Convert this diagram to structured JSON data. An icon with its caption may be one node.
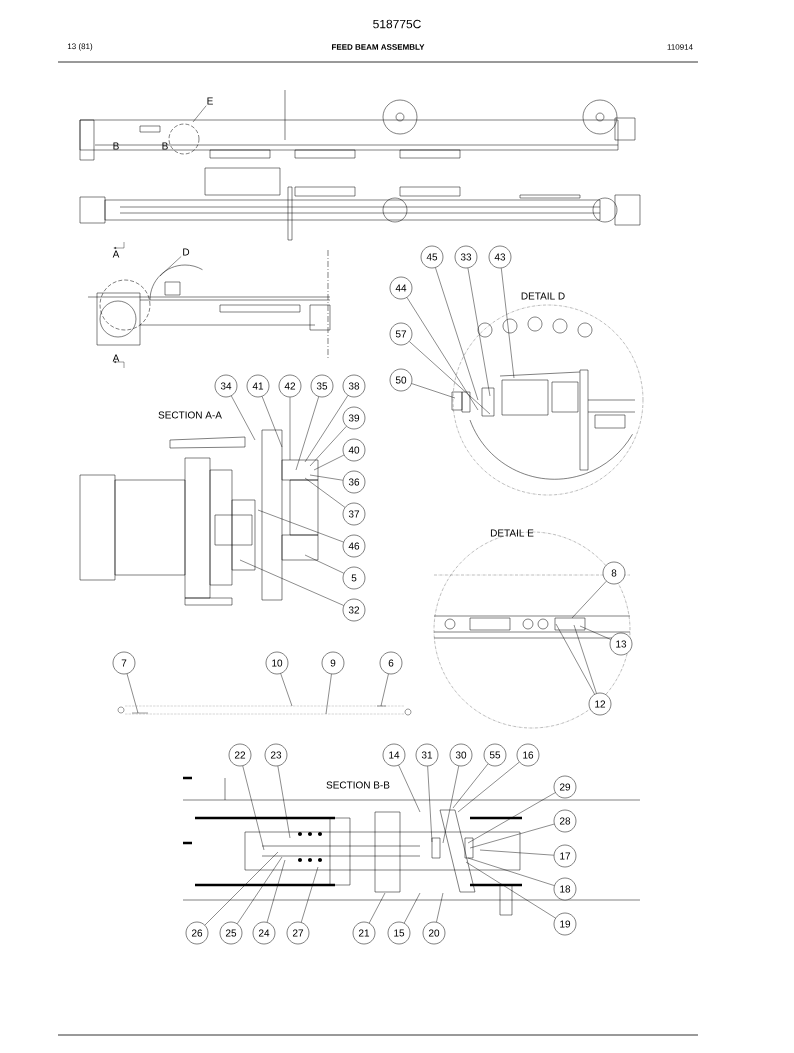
{
  "diagram": {
    "title": "FEED BEAM ASSEMBLY",
    "nodes": [
      {
        "text": [
          "E"
        ]
      },
      {
        "text": [
          "D"
        ]
      },
      {
        "text": [
          "45"
        ]
      },
      {
        "text": [
          "33"
        ]
      },
      {
        "text": [
          "43"
        ]
      },
      {
        "text": [
          "44"
        ]
      },
      {
        "text": [
          "57"
        ]
      },
      {
        "text": [
          "50"
        ]
      },
      {
        "text": [
          "34"
        ]
      },
      {
        "text": [
          "41"
        ]
      },
      {
        "text": [
          "42"
        ]
      },
      {
        "text": [
          "35"
        ]
      },
      {
        "text": [
          "38"
        ]
      },
      {
        "text": [
          "39"
        ]
      },
      {
        "text": [
          "40"
        ]
      },
      {
        "text": [
          "36"
        ]
      },
      {
        "text": [
          "37"
        ]
      },
      {
        "text": [
          "46"
        ]
      },
      {
        "text": [
          "5"
        ]
      },
      {
        "text": [
          "32"
        ]
      },
      {
        "text": [
          "8"
        ]
      },
      {
        "text": [
          "13"
        ]
      },
      {
        "text": [
          "7"
        ]
      },
      {
        "text": [
          "10"
        ]
      },
      {
        "text": [
          "9"
        ]
      },
      {
        "text": [
          "6"
        ]
      },
      {
        "text": [
          "12"
        ]
      },
      {
        "text": [
          "22"
        ]
      },
      {
        "text": [
          "23"
        ]
      },
      {
        "text": [
          "14"
        ]
      },
      {
        "text": [
          "31"
        ]
      },
      {
        "text": [
          "30"
        ]
      },
      {
        "text": [
          "55"
        ]
      },
      {
        "text": [
          "16"
        ]
      },
      {
        "text": [
          "29"
        ]
      },
      {
        "text": [
          "28"
        ]
      },
      {
        "text": [
          "17"
        ]
      },
      {
        "text": [
          "18"
        ]
      },
      {
        "text": [
          "19"
        ]
      },
      {
        "text": [
          "26"
        ]
      },
      {
        "text": [
          "25"
        ]
      },
      {
        "text": [
          "24"
        ]
      },
      {
        "text": [
          "27"
        ]
      },
      {
        "text": [
          "21"
        ]
      },
      {
        "text": [
          "15"
        ]
      },
      {
        "text": [
          "20"
        ]
      }
    ],
    "edges": [
      {
        "from": 0,
        "to": null,
        "arrow": "none"
      },
      {
        "from": 1,
        "to": null,
        "arrow": "none"
      },
      {
        "from": 2,
        "to": null,
        "arrow": "none"
      },
      {
        "from": 3,
        "to": null,
        "arrow": "none"
      },
      {
        "from": 4,
        "to": null,
        "arrow": "none"
      },
      {
        "from": 5,
        "to": null,
        "arrow": "none"
      },
      {
        "from": 6,
        "to": null,
        "arrow": "none"
      },
      {
        "from": 7,
        "to": null,
        "arrow": "none"
      },
      {
        "from": 8,
        "to": null,
        "arrow": "none"
      },
      {
        "from": 9,
        "to": null,
        "arrow": "none"
      },
      {
        "from": 10,
        "to": null,
        "arrow": "none"
      },
      {
        "from": 11,
        "to": null,
        "arrow": "none"
      },
      {
        "from": 12,
        "to": null,
        "arrow": "none"
      },
      {
        "from": 13,
        "to": null,
        "arrow": "none"
      },
      {
        "from": 14,
        "to": null,
        "arrow": "none"
      },
      {
        "from": 15,
        "to": null,
        "arrow": "none"
      },
      {
        "from": 16,
        "to": null,
        "arrow": "none"
      },
      {
        "from": 17,
        "to": null,
        "arrow": "none"
      },
      {
        "from": 18,
        "to": null,
        "arrow": "none"
      },
      {
        "from": 19,
        "to": null,
        "arrow": "none"
      },
      {
        "from": 20,
        "to": null,
        "arrow": "none"
      },
      {
        "from": 21,
        "to": null,
        "arrow": "none"
      },
      {
        "from": 22,
        "to": null,
        "arrow": "none"
      },
      {
        "from": 23,
        "to": null,
        "arrow": "none"
      },
      {
        "from": 24,
        "to": null,
        "arrow": "none"
      },
      {
        "from": 25,
        "to": null,
        "arrow": "none"
      },
      {
        "from": 26,
        "to": null,
        "arrow": "none"
      },
      {
        "from": 26,
        "to": null,
        "arrow": "none"
      },
      {
        "from": 27,
        "to": null,
        "arrow": "none"
      },
      {
        "from": 28,
        "to": null,
        "arrow": "none"
      },
      {
        "from": 29,
        "to": null,
        "arrow": "none"
      },
      {
        "from": 30,
        "to": null,
        "arrow": "none"
      },
      {
        "from": 31,
        "to": null,
        "arrow": "none"
      },
      {
        "from": 32,
        "to": null,
        "arrow": "none"
      },
      {
        "from": 33,
        "to": null,
        "arrow": "none"
      },
      {
        "from": 34,
        "to": null,
        "arrow": "none"
      },
      {
        "from": 35,
        "to": null,
        "arrow": "none"
      },
      {
        "from": 36,
        "to": null,
        "arrow": "none"
      },
      {
        "from": 37,
        "to": null,
        "arrow": "none"
      },
      {
        "from": 38,
        "to": null,
        "arrow": "none"
      },
      {
        "from": 39,
        "to": null,
        "arrow": "none"
      },
      {
        "from": 40,
        "to": null,
        "arrow": "none"
      },
      {
        "from": 41,
        "to": null,
        "arrow": "none"
      },
      {
        "from": 42,
        "to": null,
        "arrow": "none"
      },
      {
        "from": 43,
        "to": null,
        "arrow": "none"
      },
      {
        "from": 44,
        "to": null,
        "arrow": "none"
      },
      {
        "from": 45,
        "to": null,
        "arrow": "none"
      }
    ],
    "labels": [
      "518775C",
      "13 (81)",
      "110914",
      "B",
      "B",
      "A",
      "A",
      "DETAIL D",
      "SECTION A-A",
      "DETAIL E",
      "SECTION B-B"
    ]
  }
}
